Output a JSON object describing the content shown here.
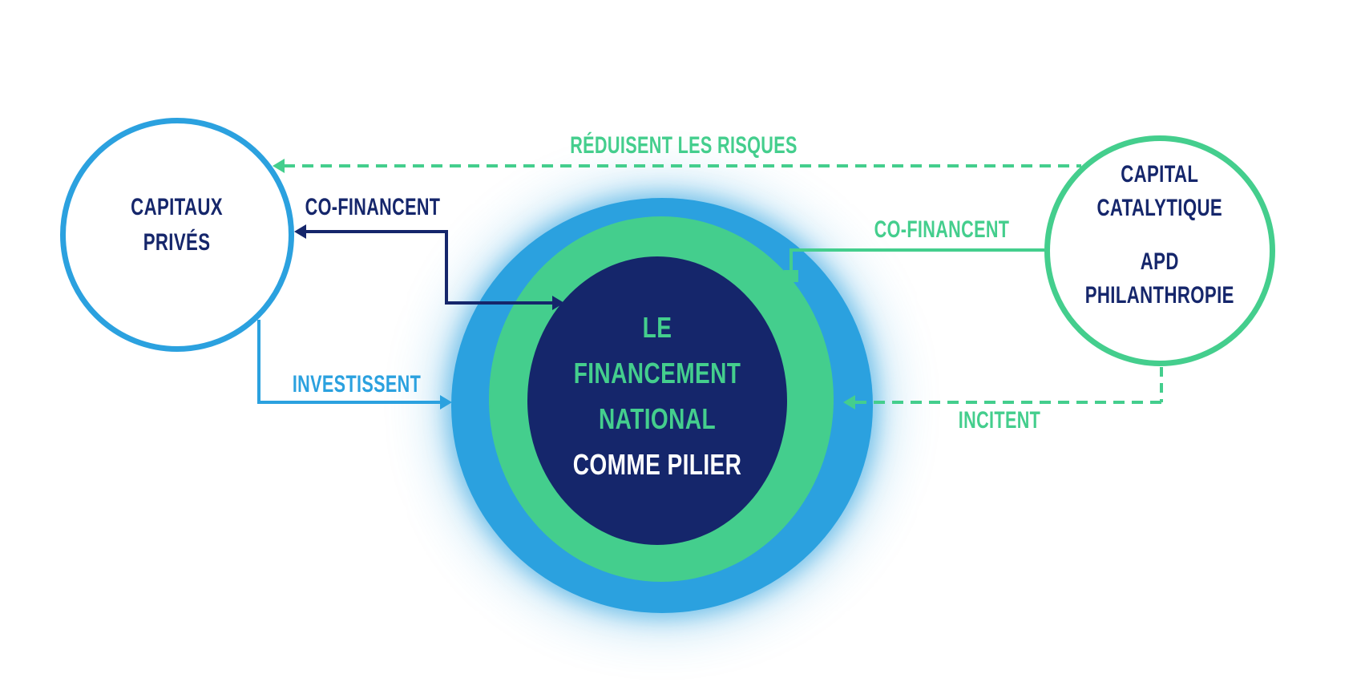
{
  "diagram": {
    "center": {
      "lines": [
        "LE",
        "FINANCEMENT",
        "NATIONAL",
        "COMME PILIER"
      ]
    },
    "left_node": {
      "lines": [
        "CAPITAUX",
        "PRIVÉS"
      ]
    },
    "right_node": {
      "group1": [
        "CAPITAL",
        "CATALYTIQUE"
      ],
      "group2": [
        "APD",
        "PHILANTHROPIE"
      ]
    },
    "arrows": {
      "reduce_risks": {
        "label": "RÉDUISENT LES RISQUES",
        "style": "dashed",
        "color": "#44CE8D",
        "from": "center",
        "to": "left_node"
      },
      "cofinance_private": {
        "label": "CO-FINANCENT",
        "style": "solid-double-arrow",
        "color": "#15266B",
        "between": "left_node and center"
      },
      "invest": {
        "label": "INVESTISSENT",
        "style": "solid",
        "color": "#2BA1DF",
        "from": "left_node",
        "to": "center"
      },
      "cofinance_catalytic": {
        "label": "CO-FINANCENT",
        "style": "solid",
        "color": "#44CE8D",
        "from": "right_node",
        "to": "center"
      },
      "incite": {
        "label": "INCITENT",
        "style": "dashed",
        "color": "#44CE8D",
        "from": "right_node",
        "to": "center"
      }
    },
    "colors": {
      "blue": "#2BA1DF",
      "green": "#44CE8D",
      "navy": "#15266B",
      "background": "#FFFFFF"
    }
  }
}
